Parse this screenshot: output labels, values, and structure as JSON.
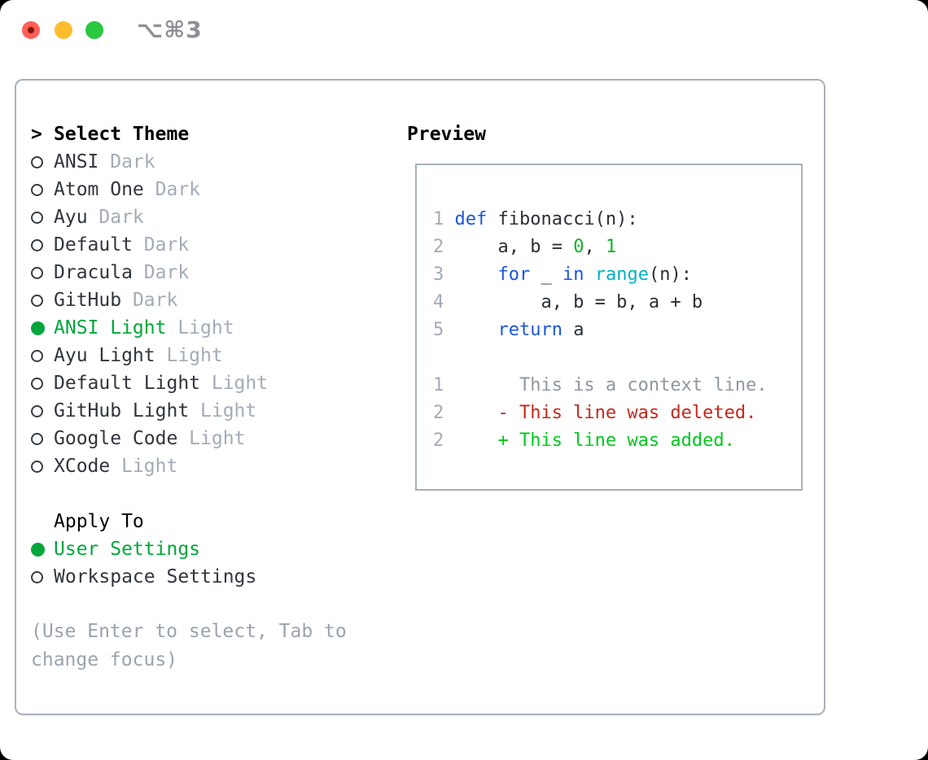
{
  "titlebar": {
    "title": "⌥⌘3"
  },
  "window": {
    "theme_list": {
      "header_prefix": ">",
      "header": "Select Theme",
      "items": [
        {
          "name": "ANSI",
          "tag": "Dark",
          "selected": false
        },
        {
          "name": "Atom One",
          "tag": "Dark",
          "selected": false
        },
        {
          "name": "Ayu",
          "tag": "Dark",
          "selected": false
        },
        {
          "name": "Default",
          "tag": "Dark",
          "selected": false
        },
        {
          "name": "Dracula",
          "tag": "Dark",
          "selected": false
        },
        {
          "name": "GitHub",
          "tag": "Dark",
          "selected": false
        },
        {
          "name": "ANSI Light",
          "tag": "Light",
          "selected": true
        },
        {
          "name": "Ayu Light",
          "tag": "Light",
          "selected": false
        },
        {
          "name": "Default Light",
          "tag": "Light",
          "selected": false
        },
        {
          "name": "GitHub Light",
          "tag": "Light",
          "selected": false
        },
        {
          "name": "Google Code",
          "tag": "Light",
          "selected": false
        },
        {
          "name": "XCode",
          "tag": "Light",
          "selected": false
        }
      ]
    },
    "apply_to": {
      "header": "Apply To",
      "items": [
        {
          "name": "User Settings",
          "selected": true
        },
        {
          "name": "Workspace Settings",
          "selected": false
        }
      ]
    },
    "help_text": "(Use Enter to select, Tab to change focus)",
    "preview": {
      "header": "Preview",
      "code": [
        {
          "num": "1",
          "segs": [
            {
              "t": "def",
              "c": "kw"
            },
            {
              "t": " fibonacci(n):",
              "c": "pl"
            }
          ]
        },
        {
          "num": "2",
          "segs": [
            {
              "t": "    a, b = ",
              "c": "pl"
            },
            {
              "t": "0",
              "c": "lit"
            },
            {
              "t": ", ",
              "c": "pl"
            },
            {
              "t": "1",
              "c": "lit"
            }
          ]
        },
        {
          "num": "3",
          "segs": [
            {
              "t": "    ",
              "c": "pl"
            },
            {
              "t": "for",
              "c": "kw"
            },
            {
              "t": " _ ",
              "c": "pl"
            },
            {
              "t": "in",
              "c": "kw"
            },
            {
              "t": " ",
              "c": "pl"
            },
            {
              "t": "range",
              "c": "bi"
            },
            {
              "t": "(n):",
              "c": "pl"
            }
          ]
        },
        {
          "num": "4",
          "segs": [
            {
              "t": "        a, b = b, a + b",
              "c": "pl"
            }
          ]
        },
        {
          "num": "5",
          "segs": [
            {
              "t": "    ",
              "c": "pl"
            },
            {
              "t": "return",
              "c": "kw"
            },
            {
              "t": " a",
              "c": "pl"
            }
          ]
        }
      ],
      "diff": [
        {
          "num": "1",
          "text": "      This is a context line.",
          "kind": "context"
        },
        {
          "num": "2",
          "text": "    - This line was deleted.",
          "kind": "deleted"
        },
        {
          "num": "2",
          "text": "    + This line was added.",
          "kind": "added"
        }
      ]
    }
  },
  "colors": {
    "accent_green": "#00a63c",
    "keyword_blue": "#1a56db",
    "builtin_cyan": "#00b3c0",
    "literal_green": "#09b426",
    "diff_deleted_red": "#c6281c",
    "diff_added_green": "#00c81e",
    "muted_gray": "#a3abb8",
    "window_border": "#a9b0ba",
    "traffic_red": "#ff5f57",
    "traffic_yellow": "#febc2f",
    "traffic_green": "#2ac73f"
  }
}
